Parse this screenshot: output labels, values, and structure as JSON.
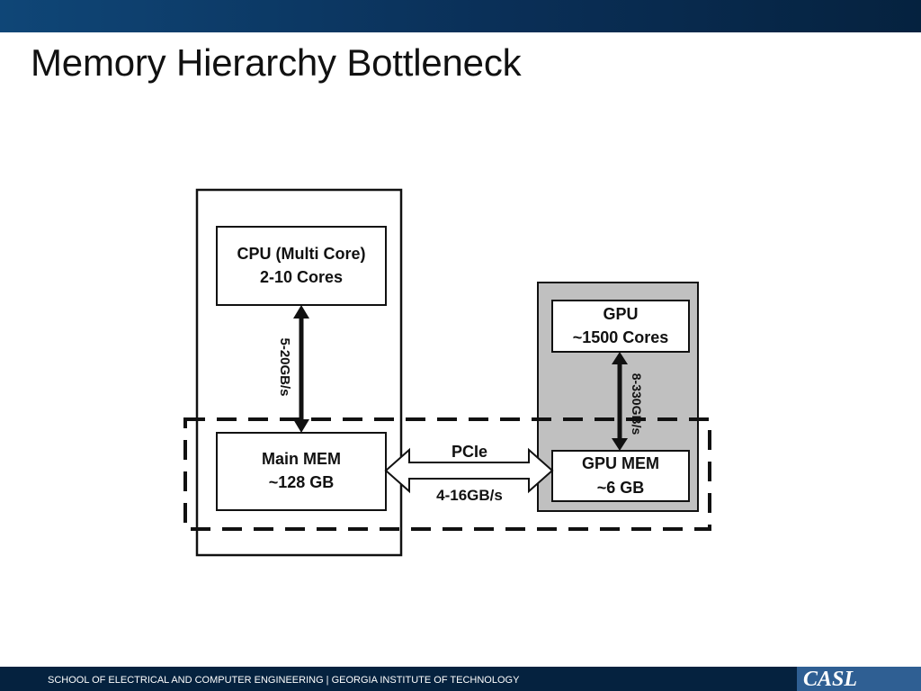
{
  "slide": {
    "title": "Memory Hierarchy Bottleneck"
  },
  "diagram": {
    "cpu": {
      "line1": "CPU (Multi Core)",
      "line2": "2-10 Cores"
    },
    "main_mem": {
      "line1": "Main MEM",
      "line2": "~128 GB"
    },
    "gpu": {
      "line1": "GPU",
      "line2": "~1500 Cores"
    },
    "gpu_mem": {
      "line1": "GPU MEM",
      "line2": "~6 GB"
    },
    "cpu_mem_bandwidth": "5-20GB/s",
    "gpu_mem_bandwidth": "8-330GB/s",
    "pcie": {
      "label": "PCIe",
      "bandwidth": "4-16GB/s"
    }
  },
  "footer": {
    "text": "SCHOOL OF ELECTRICAL AND COMPUTER ENGINEERING | GEORGIA INSTITUTE OF TECHNOLOGY",
    "logo_text": "CASL"
  },
  "colors": {
    "banner": "#0a2f57",
    "footer": "#05223f",
    "logo_box": "#2f5f93",
    "gpu_box_fill": "#c0c0c0"
  }
}
